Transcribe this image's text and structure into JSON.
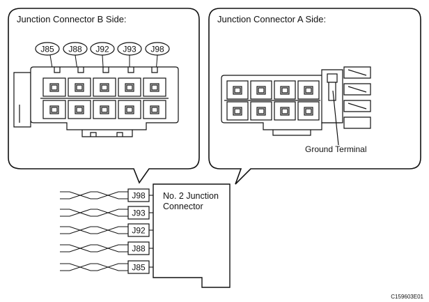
{
  "panel_b": {
    "title": "Junction Connector B Side:"
  },
  "panel_a": {
    "title": "Junction Connector A Side:",
    "ground_label": "Ground Terminal"
  },
  "pin_callouts": [
    "J85",
    "J88",
    "J92",
    "J93",
    "J98"
  ],
  "connector": {
    "name_line1": "No. 2 Junction",
    "name_line2": "Connector",
    "pins": [
      "J98",
      "J93",
      "J92",
      "J88",
      "J85"
    ]
  },
  "figure_code": "C159603E01"
}
